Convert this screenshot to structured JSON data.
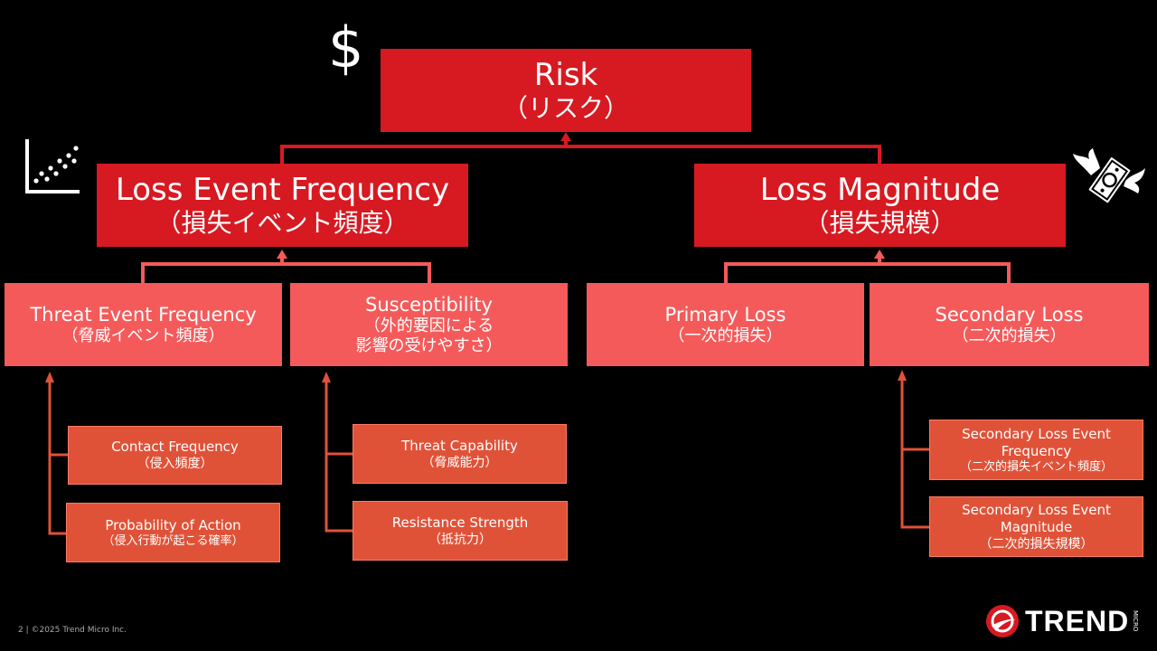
{
  "risk": {
    "title": "Risk",
    "sub": "（リスク）"
  },
  "lef": {
    "title": "Loss Event Frequency",
    "sub": "（損失イベント頻度）"
  },
  "lm": {
    "title": "Loss Magnitude",
    "sub": "（損失規模）"
  },
  "tef": {
    "title": "Threat Event Frequency",
    "sub": "（脅威イベント頻度）"
  },
  "sus": {
    "title": "Susceptibility",
    "sub1": "（外的要因による",
    "sub2": "影響の受けやすさ）"
  },
  "pl": {
    "title": "Primary Loss",
    "sub": "（一次的損失）"
  },
  "sl": {
    "title": "Secondary Loss",
    "sub": "（二次的損失）"
  },
  "cf": {
    "title": "Contact Frequency",
    "sub": "（侵入頻度）"
  },
  "poa": {
    "title": "Probability of Action",
    "sub": "（侵入行動が起こる確率）"
  },
  "tc": {
    "title": "Threat Capability",
    "sub": "（脅威能力）"
  },
  "rs": {
    "title": "Resistance Strength",
    "sub": "（抵抗力）"
  },
  "slef": {
    "title1": "Secondary Loss Event",
    "title2": "Frequency",
    "sub": "（二次的損失イベント頻度）"
  },
  "slem": {
    "title1": "Secondary Loss Event",
    "title2": "Magnitude",
    "sub": "（二次的損失規模）"
  },
  "icons": {
    "dollar": "$",
    "scatter": "scatter-chart-icon",
    "money": "flying-money-icon"
  },
  "footer": "2 | ©2025 Trend Micro Inc.",
  "logo": {
    "text": "TREND",
    "micro": "MICRO"
  },
  "colors": {
    "dark": "#d71921",
    "mid": "#f55a5a",
    "low": "#e05238",
    "connector_dark": "#d71921",
    "connector_mid": "#f55a5a",
    "connector_low": "#e05238"
  }
}
